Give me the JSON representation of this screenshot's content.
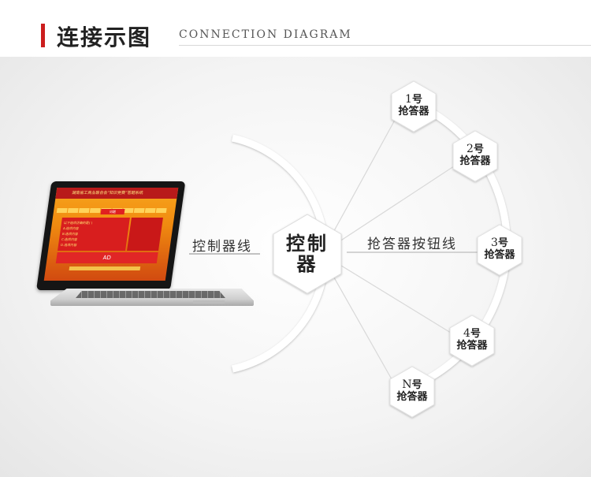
{
  "header": {
    "title": "连接示图",
    "subtitle": "CONNECTION DIAGRAM"
  },
  "colors": {
    "accent": "#cc1e1e",
    "connector": "#ffffff",
    "text": "#222222"
  },
  "diagram": {
    "center": {
      "line1": "控制",
      "line2": "器"
    },
    "left_label": "控制器线",
    "right_label": "抢答器按钮线",
    "nodes": [
      {
        "num": "1",
        "suffix": "号",
        "name": "抢答器"
      },
      {
        "num": "2",
        "suffix": "号",
        "name": "抢答器"
      },
      {
        "num": "3",
        "suffix": "号",
        "name": "抢答器"
      },
      {
        "num": "4",
        "suffix": "号",
        "name": "抢答器"
      },
      {
        "num": "N",
        "suffix": "号",
        "name": "抢答器"
      }
    ]
  },
  "laptop": {
    "screen_title": "湖南省工商业联合会“知识竞赛”答题系统",
    "screen_label": "问题",
    "panel_lines": [
      "以下选项正确的是(  )",
      "A.选项内容",
      "B.选项内容",
      "C.选项内容",
      "D.选项内容"
    ],
    "ad_text": "AD"
  }
}
